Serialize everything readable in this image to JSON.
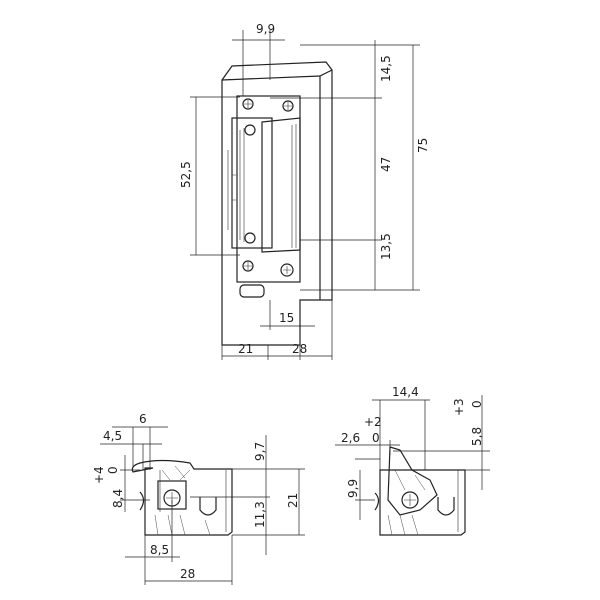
{
  "front_view": {
    "width_top": "9,9",
    "height_top_section": "14,5",
    "height_middle_section": "47",
    "height_bottom_section": "13,5",
    "total_height": "75",
    "faceplate_screw_spacing": "52,5",
    "offset_bottom": "15",
    "depth": "21",
    "width": "28"
  },
  "side_view_left": {
    "dim_top_outer": "6",
    "dim_top_inner": "4,5",
    "tolerance_plus": "+4",
    "tolerance_zero": "0",
    "dim_latch": "8,4",
    "dim_upper": "9,7",
    "dim_lower": "11,3",
    "dim_height": "21",
    "dim_offset": "8,5",
    "dim_width": "28"
  },
  "side_view_right": {
    "dim_width": "14,4",
    "tolerance_plus_2": "+2",
    "tolerance_zero_2": "0",
    "dim_offset": "2,6",
    "tolerance_plus_3": "+3",
    "tolerance_zero_3": "0",
    "dim_height": "5,8",
    "dim_latch": "9,9"
  }
}
